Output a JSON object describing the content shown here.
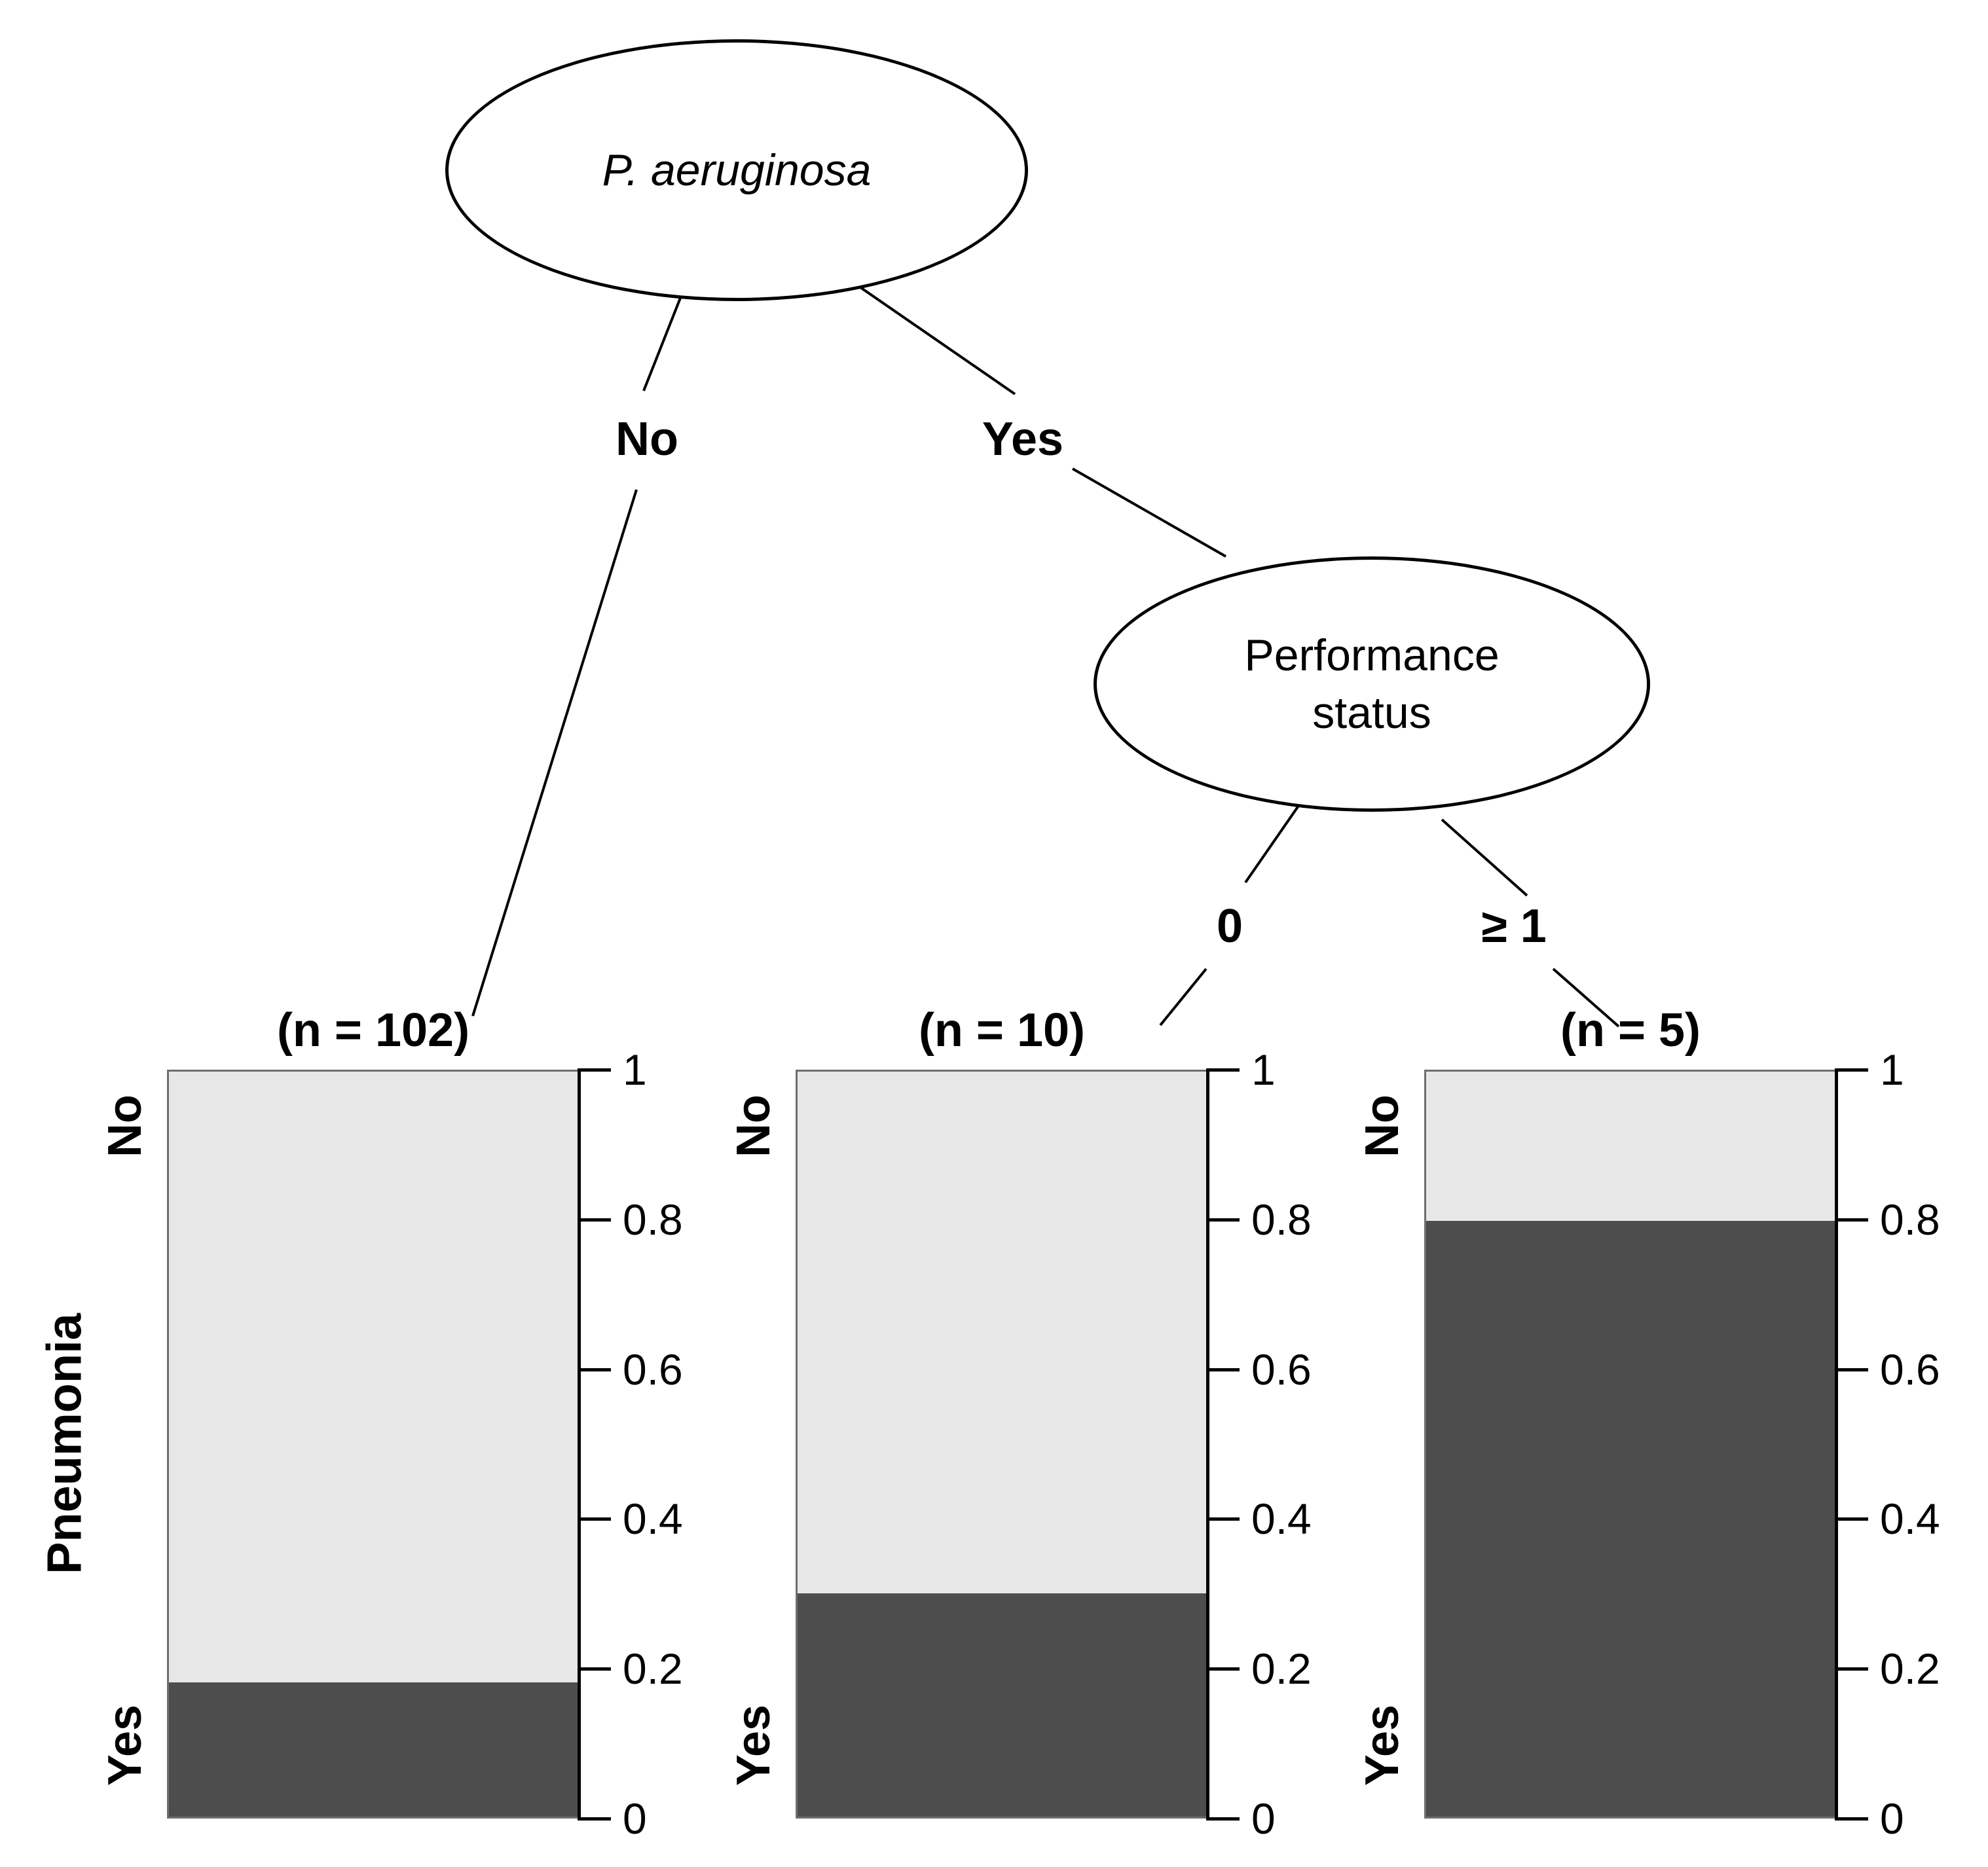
{
  "figure": {
    "kind": "classification tree with stacked bar terminal nodes",
    "outcome_label": "Pneumonia"
  },
  "colors": {
    "background": "#ffffff",
    "segment_no_fill": "#e7e7e7",
    "segment_yes_fill": "#4d4d4d",
    "line": "#000000",
    "bar_border": "#6e6e6e"
  },
  "tree": {
    "root_node": {
      "label": "P. aeruginosa"
    },
    "root_branches": [
      {
        "label": "No"
      },
      {
        "label": "Yes"
      }
    ],
    "inner_node": {
      "label": "Performance status"
    },
    "inner_branches": [
      {
        "label": "0"
      },
      {
        "label": "≥ 1"
      }
    ]
  },
  "ylabel": "Pneumonia",
  "bar_category_labels": {
    "top": "No",
    "bottom": "Yes"
  },
  "axis_ticks": [
    "1",
    "0.8",
    "0.6",
    "0.4",
    "0.2",
    "0"
  ],
  "axis_values": [
    1,
    0.8,
    0.6,
    0.4,
    0.2,
    0
  ],
  "chart_data": [
    {
      "type": "bar",
      "stacked": true,
      "title": "(n = 102)",
      "n": 102,
      "parent_branch": "No",
      "categories": [
        "No",
        "Yes"
      ],
      "series": [
        {
          "name": "No",
          "value": 0.82
        },
        {
          "name": "Yes",
          "value": 0.18
        }
      ],
      "ylim": [
        0,
        1
      ],
      "yticks": [
        0,
        0.2,
        0.4,
        0.6,
        0.8,
        1
      ],
      "axis_side": "right"
    },
    {
      "type": "bar",
      "stacked": true,
      "title": "(n = 10)",
      "n": 10,
      "parent_branch": "0",
      "categories": [
        "No",
        "Yes"
      ],
      "series": [
        {
          "name": "No",
          "value": 0.7
        },
        {
          "name": "Yes",
          "value": 0.3
        }
      ],
      "ylim": [
        0,
        1
      ],
      "yticks": [
        0,
        0.2,
        0.4,
        0.6,
        0.8,
        1
      ],
      "axis_side": "right"
    },
    {
      "type": "bar",
      "stacked": true,
      "title": "(n = 5)",
      "n": 5,
      "parent_branch": "≥ 1",
      "categories": [
        "No",
        "Yes"
      ],
      "series": [
        {
          "name": "No",
          "value": 0.2
        },
        {
          "name": "Yes",
          "value": 0.8
        }
      ],
      "ylim": [
        0,
        1
      ],
      "yticks": [
        0,
        0.2,
        0.4,
        0.6,
        0.8,
        1
      ],
      "axis_side": "right"
    }
  ]
}
